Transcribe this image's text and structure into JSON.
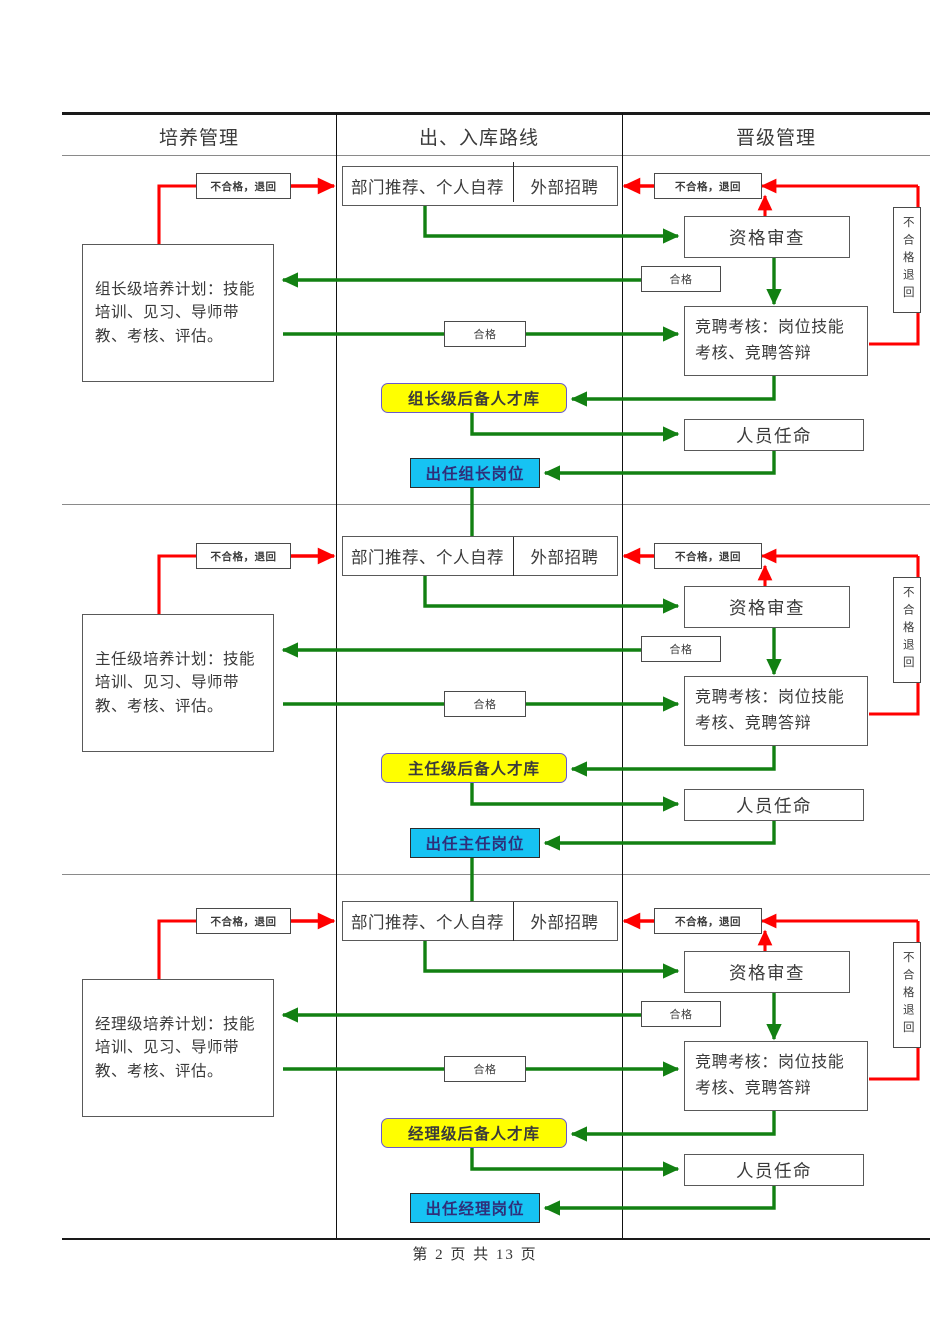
{
  "page": {
    "headers": [
      {
        "label": "培养管理"
      },
      {
        "label": "出、入库路线"
      },
      {
        "label": "晋级管理"
      }
    ],
    "footer": "第 2 页    共 13 页"
  },
  "colors": {
    "red_flow": "#ff0000",
    "green_flow": "#128012",
    "talent_pool_fill": "#ffff00",
    "appointment_fill": "#16c3f3",
    "box_border": "#595959"
  },
  "labels": {
    "reject_return": "不合格，退回",
    "reject_return_vertical": "不合格退回",
    "pass": "合格",
    "recommend": "部门推荐、个人自荐",
    "external_hire": "外部招聘",
    "qualification_review": "资格审查",
    "competition_assessment": "竞聘考核：岗位技能考核、竞聘答辩",
    "personnel_appointment": "人员任命"
  },
  "sections": [
    {
      "id": "group-leader",
      "training_plan": "组长级培养计划：技能培训、见习、导师带教、考核、评估。",
      "source_box_left": "部门推荐、个人自荐",
      "source_box_right": "外部招聘",
      "reject_tag_left": "不合格，退回",
      "reject_tag_right": "不合格，退回",
      "reject_vertical": "不合格退回",
      "pass_tag_upper": "合格",
      "pass_tag_lower": "合格",
      "qualification_review": "资格审查",
      "competition_assessment": "竞聘考核：岗位技能考核、竞聘答辩",
      "personnel_appointment": "人员任命",
      "talent_pool": "组长级后备人才库",
      "appointment": "出任组长岗位"
    },
    {
      "id": "director",
      "training_plan": "主任级培养计划：技能培训、见习、导师带教、考核、评估。",
      "source_box_left": "部门推荐、个人自荐",
      "source_box_right": "外部招聘",
      "reject_tag_left": "不合格，退回",
      "reject_tag_right": "不合格，退回",
      "reject_vertical": "不合格退回",
      "pass_tag_upper": "合格",
      "pass_tag_lower": "合格",
      "qualification_review": "资格审查",
      "competition_assessment": "竞聘考核：岗位技能考核、竞聘答辩",
      "personnel_appointment": "人员任命",
      "talent_pool": "主任级后备人才库",
      "appointment": "出任主任岗位"
    },
    {
      "id": "manager",
      "training_plan": "经理级培养计划：技能培训、见习、导师带教、考核、评估。",
      "source_box_left": "部门推荐、个人自荐",
      "source_box_right": "外部招聘",
      "reject_tag_left": "不合格，退回",
      "reject_tag_right": "不合格，退回",
      "reject_vertical": "不合格退回",
      "pass_tag_upper": "合格",
      "pass_tag_lower": "合格",
      "qualification_review": "资格审查",
      "competition_assessment": "竞聘考核：岗位技能考核、竞聘答辩",
      "personnel_appointment": "人员任命",
      "talent_pool": "经理级后备人才库",
      "appointment": "出任经理岗位"
    }
  ]
}
